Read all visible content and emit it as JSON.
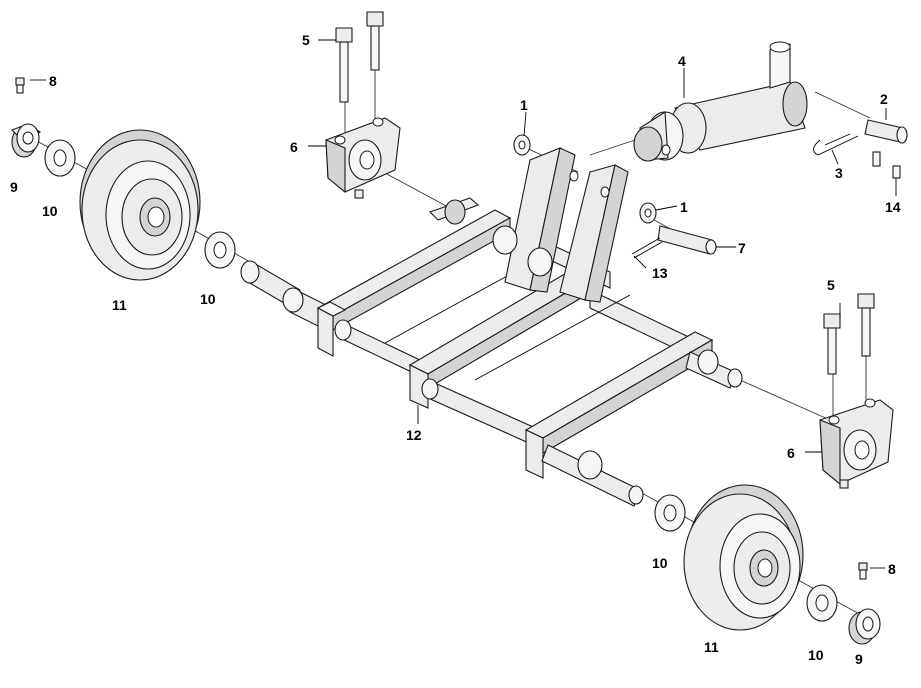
{
  "callouts": {
    "c1a": "1",
    "c1b": "1",
    "c2": "2",
    "c3": "3",
    "c4": "4",
    "c5a": "5",
    "c5b": "5",
    "c6a": "6",
    "c6b": "6",
    "c7": "7",
    "c8a": "8",
    "c8b": "8",
    "c9a": "9",
    "c9b": "9",
    "c10a": "10",
    "c10b": "10",
    "c10c": "10",
    "c10d": "10",
    "c11a": "11",
    "c11b": "11",
    "c12": "12",
    "c13": "13",
    "c14": "14"
  }
}
